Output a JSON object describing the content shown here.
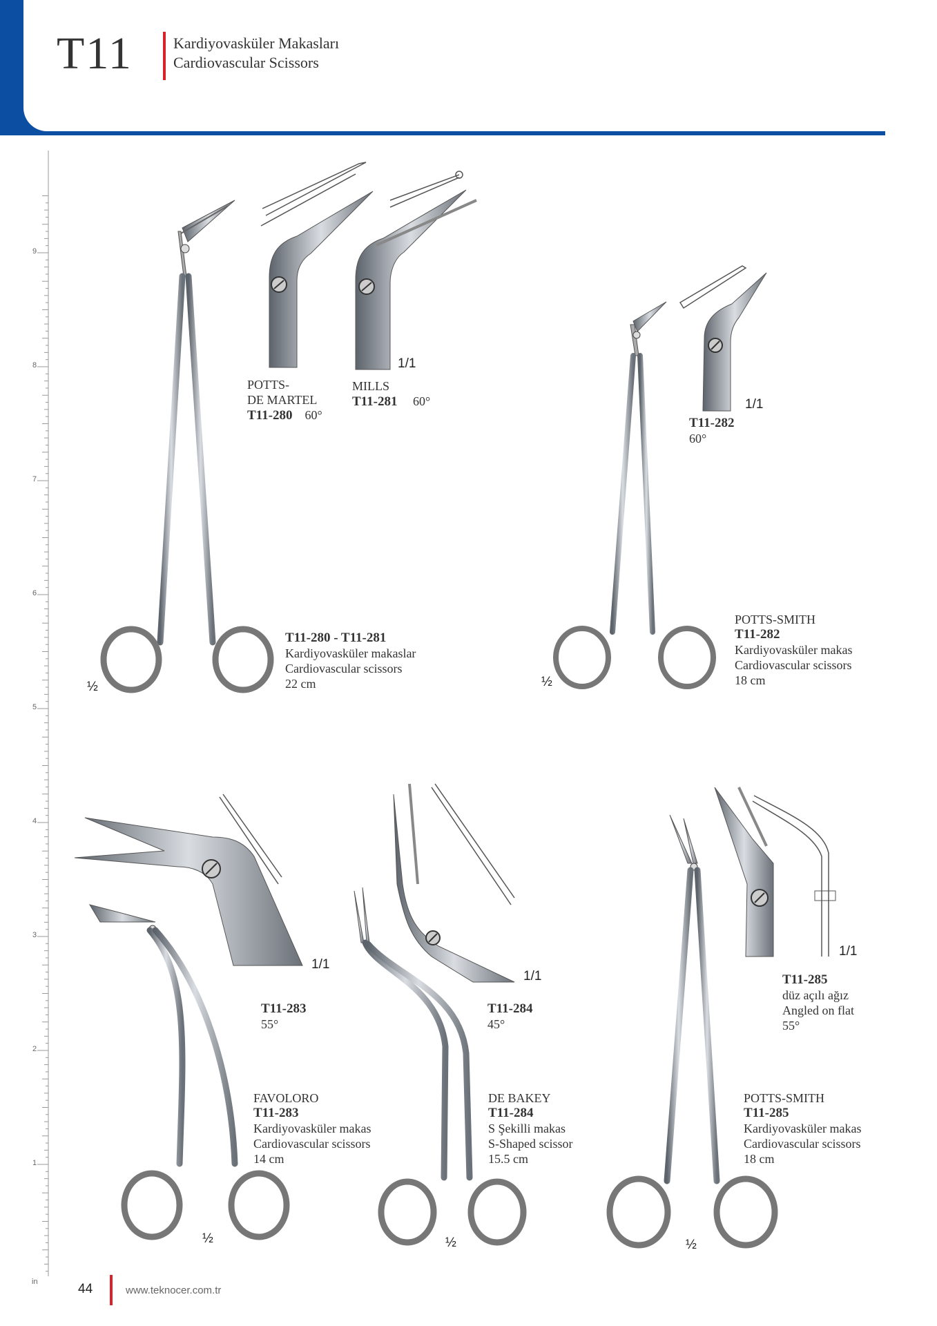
{
  "header": {
    "section_code": "T11",
    "title_tr": "Kardiyovasküler Makasları",
    "title_en": "Cardiovascular Scissors"
  },
  "ruler": {
    "unit": "in",
    "marks": [
      "9",
      "8",
      "7",
      "6",
      "5",
      "4",
      "3",
      "2",
      "1"
    ]
  },
  "products": {
    "p280": {
      "name_line1": "POTTS-",
      "name_line2": "DE MARTEL",
      "code": "T11-280",
      "angle": "60°"
    },
    "p281": {
      "name": "MILLS",
      "code": "T11-281",
      "angle": "60°"
    },
    "group_280_281": {
      "code": "T11-280 - T11-281",
      "desc_tr": "Kardiyovasküler  makaslar",
      "desc_en": "Cardiovascular scissors",
      "length": "22 cm"
    },
    "p282_detail": {
      "code": "T11-282",
      "angle": "60°"
    },
    "p282": {
      "name": "POTTS-SMITH",
      "code": "T11-282",
      "desc_tr": "Kardiyovasküler  makas",
      "desc_en": "Cardiovascular scissors",
      "length": "18 cm"
    },
    "p283_detail": {
      "code": "T11-283",
      "angle": "55°"
    },
    "p283": {
      "name": "FAVOLORO",
      "code": "T11-283",
      "desc_tr": "Kardiyovasküler makas",
      "desc_en": "Cardiovascular scissors",
      "length": "14 cm"
    },
    "p284_detail": {
      "code": "T11-284",
      "angle": "45°"
    },
    "p284": {
      "name": "DE BAKEY",
      "code": "T11-284",
      "desc_tr": "S Şekilli makas",
      "desc_en": "S-Shaped scissor",
      "length": "15.5 cm"
    },
    "p285_detail": {
      "code": "T11-285",
      "desc_tr": "düz açılı ağız",
      "desc_en": "Angled on flat",
      "angle": "55°"
    },
    "p285": {
      "name": "POTTS-SMITH",
      "code": "T11-285",
      "desc_tr": "Kardiyovasküler makas",
      "desc_en": "Cardiovascular scissors",
      "length": "18 cm"
    }
  },
  "scales": {
    "half": "½",
    "full": "1/1"
  },
  "footer": {
    "page_number": "44",
    "website": "www.teknocer.com.tr"
  },
  "colors": {
    "brand_blue": "#0b4ea2",
    "accent_red": "#d8232a",
    "steel": "#8a8f96"
  }
}
